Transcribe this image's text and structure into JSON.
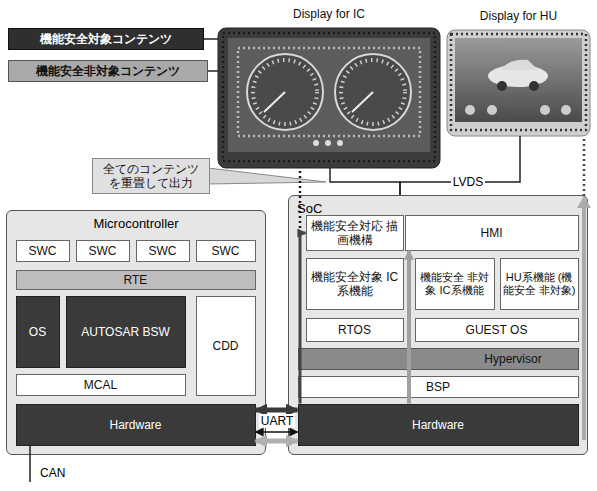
{
  "diagram": {
    "nodes": [
      {
        "text": [
          "機能安全対象コンテンツ"
        ]
      },
      {
        "text": [
          "機能安全非対象コンテンツ"
        ]
      },
      {
        "text": [
          "Display for IC"
        ]
      },
      {
        "text": [
          "Display for HU"
        ]
      },
      {
        "text": [
          "全てのコンテンツ を重畳して出力"
        ]
      },
      {
        "text": [
          "Microcontroller"
        ]
      },
      {
        "text": [
          "SWC"
        ],
        "in": 5
      },
      {
        "text": [
          "SWC"
        ],
        "in": 5
      },
      {
        "text": [
          "SWC"
        ],
        "in": 5
      },
      {
        "text": [
          "SWC"
        ],
        "in": 5
      },
      {
        "text": [
          "RTE"
        ],
        "in": 5
      },
      {
        "text": [
          "OS"
        ],
        "in": 5
      },
      {
        "text": [
          "AUTOSAR BSW"
        ],
        "in": 5
      },
      {
        "text": [
          "CDD"
        ],
        "in": 5
      },
      {
        "text": [
          "MCAL"
        ],
        "in": 5
      },
      {
        "text": [
          "Hardware"
        ],
        "in": 5
      },
      {
        "text": [
          "SoC"
        ]
      },
      {
        "text": [
          "機能安全対応 描画機構"
        ],
        "in": 16
      },
      {
        "text": [
          "HMI"
        ],
        "in": 16
      },
      {
        "text": [
          "機能安全対象 IC系機能"
        ],
        "in": 16
      },
      {
        "text": [
          "機能安全 非対象 IC系機能"
        ],
        "in": 16
      },
      {
        "text": [
          "HU系機能 (機能安全 非対象)"
        ],
        "in": 16
      },
      {
        "text": [
          "RTOS"
        ],
        "in": 16
      },
      {
        "text": [
          "GUEST OS"
        ],
        "in": 16
      },
      {
        "text": [
          "Hypervisor"
        ],
        "in": 16
      },
      {
        "text": [
          "BSP"
        ],
        "in": 16
      },
      {
        "text": [
          "Hardware"
        ],
        "in": 16
      }
    ],
    "edges": [
      {
        "from": 0,
        "to": 2,
        "arrow": "none"
      },
      {
        "from": 1,
        "to": 2,
        "arrow": "none"
      },
      {
        "from": 16,
        "to": 2,
        "arrow": "none"
      },
      {
        "from": 16,
        "to": 3,
        "arrow": "none",
        "label": "LVDS"
      },
      {
        "from": 15,
        "to": 26,
        "arrow": "both"
      },
      {
        "from": 15,
        "to": 26,
        "arrow": "both",
        "label": "UART"
      },
      {
        "from": 15,
        "to": 26,
        "arrow": "both"
      },
      {
        "from": 26,
        "to": 17,
        "arrow": "to"
      },
      {
        "from": 26,
        "to": 18,
        "arrow": "to"
      }
    ],
    "labels": [
      "CAN"
    ]
  }
}
